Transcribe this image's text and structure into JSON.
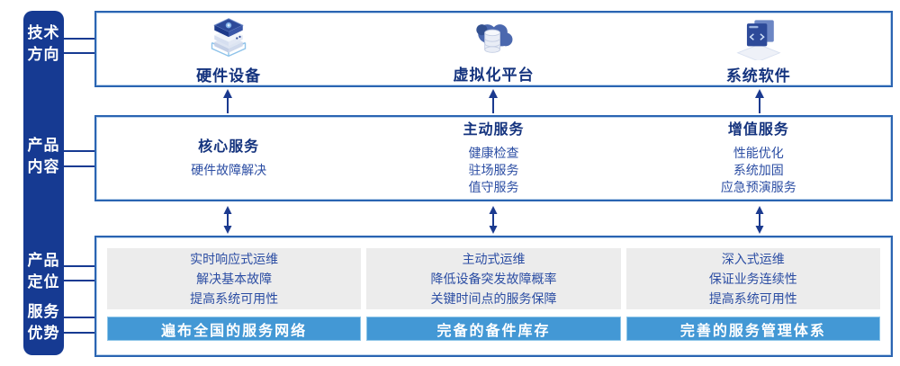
{
  "colors": {
    "sidebar_blue": "#163a92",
    "frame_border_blue": "#2a64b2",
    "banner_blue": "#4398d5",
    "panel_gray": "#ececec",
    "title_navy": "#14337e",
    "body_blue": "#2b4da3",
    "arrow_navy": "#1b3a8f"
  },
  "sidebar": {
    "items": [
      {
        "label": [
          "技术",
          "方向"
        ]
      },
      {
        "label": [
          "产品",
          "内容"
        ]
      },
      {
        "label": [
          "产品",
          "定位"
        ]
      },
      {
        "label": [
          "服务",
          "优势"
        ]
      }
    ]
  },
  "tech_row": {
    "items": [
      {
        "icon": "server-stack-icon",
        "label": "硬件设备"
      },
      {
        "icon": "cloud-database-icon",
        "label": "虚拟化平台"
      },
      {
        "icon": "code-window-icon",
        "label": "系统软件"
      }
    ]
  },
  "services_row": {
    "columns": [
      {
        "title": "核心服务",
        "items": [
          "硬件故障解决"
        ]
      },
      {
        "title": "主动服务",
        "items": [
          "健康检查",
          "驻场服务",
          "值守服务"
        ]
      },
      {
        "title": "增值服务",
        "items": [
          "性能优化",
          "系统加固",
          "应急预演服务"
        ]
      }
    ]
  },
  "positioning_row": {
    "columns": [
      {
        "lines": [
          "实时响应式运维",
          "解决基本故障",
          "提高系统可用性"
        ],
        "banner": "遍布全国的服务网络"
      },
      {
        "lines": [
          "主动式运维",
          "降低设备突发故障概率",
          "关键时间点的服务保障"
        ],
        "banner": "完备的备件库存"
      },
      {
        "lines": [
          "深入式运维",
          "保证业务连续性",
          "提高系统可用性"
        ],
        "banner": "完善的服务管理体系"
      }
    ]
  }
}
